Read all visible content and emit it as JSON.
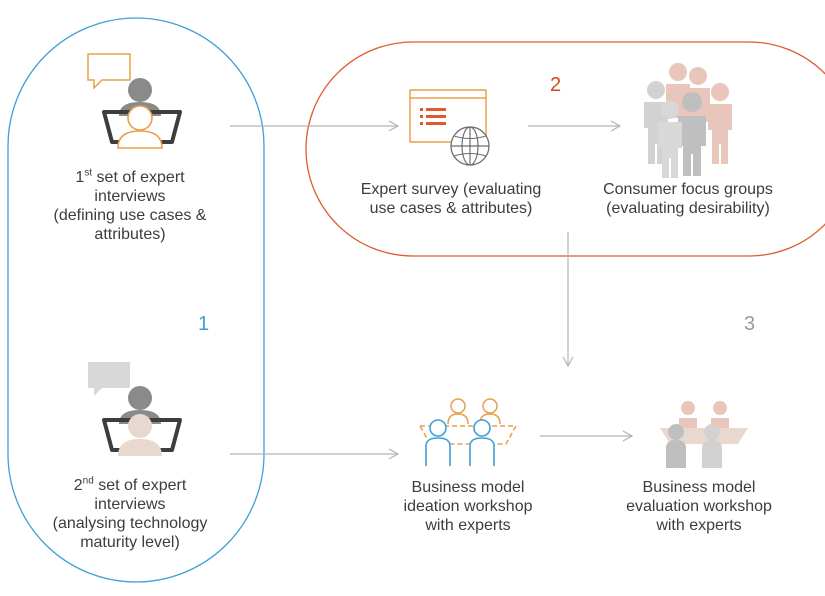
{
  "colors": {
    "phase1": "#3da0d8",
    "phase2": "#e05a2b",
    "phase2_number": "#d9481c",
    "phase3_number": "#9a9a9a",
    "orange_accent": "#e8a04a",
    "person_gray": "#8a8a8a",
    "light_gray": "#cfcfcf",
    "focus_pink": "#e8c6bb",
    "arrow": "#b5b5b5",
    "text": "#3d3d3d"
  },
  "phases": {
    "p1": "1",
    "p2": "2",
    "p3": "3"
  },
  "steps": {
    "interviews1": {
      "icon": "expert-interview-icon",
      "line1_pre": "1",
      "line1_sup": "st",
      "line1_post": " set of expert",
      "line2": "interviews",
      "line3": "(defining use cases &",
      "line4": "attributes)"
    },
    "interviews2": {
      "icon": "expert-interview-icon",
      "line1_pre": "2",
      "line1_sup": "nd",
      "line1_post": " set of expert",
      "line2": "interviews",
      "line3": "(analysing technology",
      "line4": "maturity level)"
    },
    "survey": {
      "icon": "online-survey-icon",
      "line1": "Expert survey (evaluating",
      "line2": "use cases & attributes)"
    },
    "focus": {
      "icon": "people-group-icon",
      "line1": "Consumer focus groups",
      "line2": "(evaluating desirability)"
    },
    "ideation": {
      "icon": "workshop-icon",
      "line1": "Business model",
      "line2": "ideation workshop",
      "line3": "with experts"
    },
    "evaluation": {
      "icon": "workshop-icon",
      "line1": "Business model",
      "line2": "evaluation workshop",
      "line3": "with experts"
    }
  }
}
